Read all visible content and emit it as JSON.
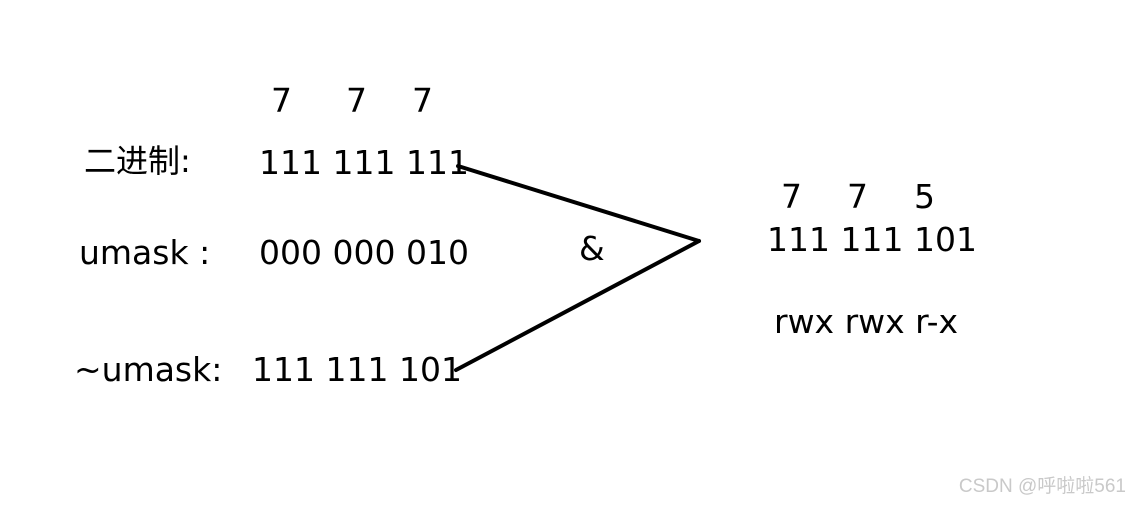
{
  "input": {
    "octal": [
      "7",
      "7",
      "7"
    ],
    "binary_label": "二进制:",
    "binary_value": "111 111 111"
  },
  "umask": {
    "label": "umask :",
    "value": "000 000 010"
  },
  "not_umask": {
    "label": "~umask:",
    "value": "111 111 101"
  },
  "operator": "&",
  "result": {
    "octal": [
      "7",
      "7",
      "5"
    ],
    "binary": "111 111 101",
    "permissions": "rwx rwx r-x"
  },
  "watermark": "CSDN @呼啦啦561"
}
